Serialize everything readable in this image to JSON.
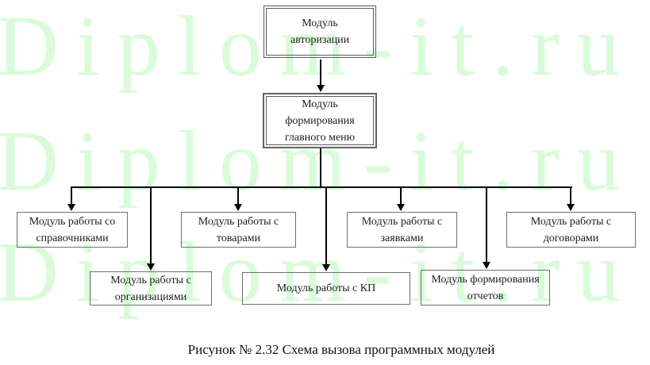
{
  "watermark": {
    "text": "Diplom-it.ru",
    "color": "#d9fbd9"
  },
  "diagram": {
    "nodes": {
      "auth": {
        "label": "Модуль авторизации"
      },
      "menu": {
        "label": "Модуль формирования главного меню"
      },
      "directories": {
        "label": "Модуль работы со справочниками"
      },
      "goods": {
        "label": "Модуль работы с товарами"
      },
      "requests": {
        "label": "Модуль работы с заявками"
      },
      "contracts": {
        "label": "Модуль работы с договорами"
      },
      "organizations": {
        "label": "Модуль работы с организациями"
      },
      "kp": {
        "label": "Модуль работы с КП"
      },
      "reports": {
        "label": "Модуль формирования отчетов"
      }
    }
  },
  "caption": "Рисунок № 2.32 Схема вызова программных модулей"
}
